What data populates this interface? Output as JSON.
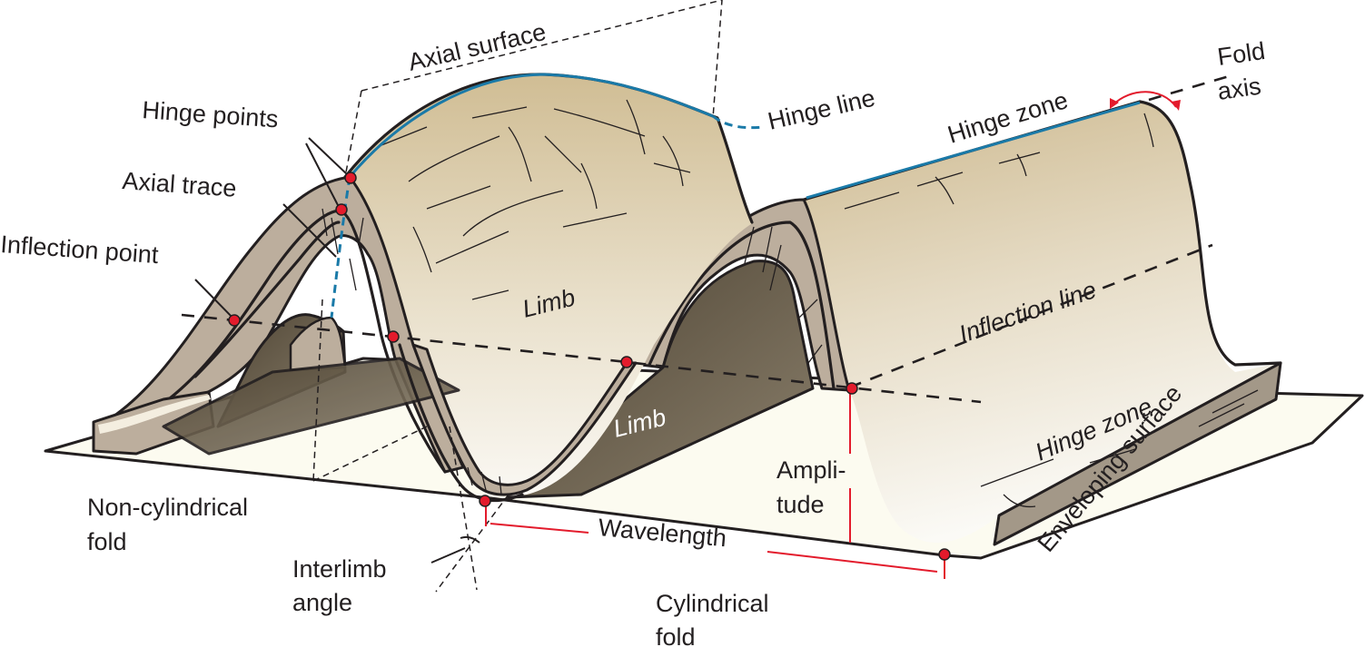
{
  "figure": {
    "title": "Fold geometry terminology",
    "colors": {
      "layer_surface_light": "#f6f1e4",
      "layer_surface_tan": "#d4c29a",
      "layer_cross_section": "#bcae9d",
      "limb_underside_dark": "#5a4f3e",
      "enveloping_surface": "#fcfbf0",
      "hinge_line_blue": "#1a7aa8",
      "marker_red": "#e31b2c",
      "ink": "#231f20"
    },
    "labels": {
      "axial_surface": "Axial surface",
      "hinge_line": "Hinge line",
      "hinge_points": "Hinge points",
      "axial_trace": "Axial trace",
      "inflection_point": "Inflection point",
      "hinge_zone_top": "Hinge zone",
      "fold_axis_line1": "Fold",
      "fold_axis_line2": "axis",
      "limb_upper": "Limb",
      "limb_lower": "Limb",
      "inflection_line": "Inflection line",
      "hinge_zone_bottom": "Hinge zone",
      "enveloping_surface": "Enveloping surface",
      "amplitude_line1": "Ampli-",
      "amplitude_line2": "tude",
      "wavelength": "Wavelength",
      "non_cylindrical_line1": "Non-cylindrical",
      "non_cylindrical_line2": "fold",
      "interlimb_line1": "Interlimb",
      "interlimb_line2": "angle",
      "cylindrical_line1": "Cylindrical",
      "cylindrical_line2": "fold"
    }
  }
}
